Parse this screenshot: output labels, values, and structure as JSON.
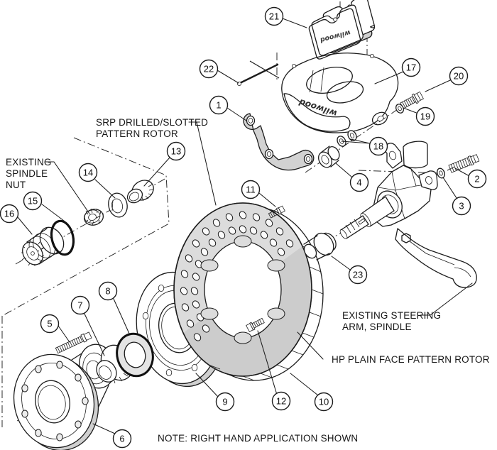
{
  "note": "NOTE: RIGHT HAND APPLICATION SHOWN",
  "brand": {
    "caliper": "wilwood",
    "pad": "wilwood"
  },
  "labels": {
    "srp": {
      "l1": "SRP DRILLED/SLOTTED",
      "l2": "PATTERN ROTOR"
    },
    "nut": {
      "l1": "EXISTING",
      "l2": "SPINDLE",
      "l3": "NUT"
    },
    "arm": {
      "l1": "EXISTING STEERING",
      "l2": "ARM, SPINDLE"
    },
    "hp": {
      "l1": "HP PLAIN FACE PATTERN ROTOR"
    }
  },
  "callouts": {
    "c1": "1",
    "c2": "2",
    "c3": "3",
    "c4": "4",
    "c5": "5",
    "c6": "6",
    "c7": "7",
    "c8": "8",
    "c9": "9",
    "c10": "10",
    "c11": "11",
    "c12": "12",
    "c13": "13",
    "c14": "14",
    "c15": "15",
    "c16": "16",
    "c17": "17",
    "c18": "18",
    "c19": "19",
    "c20": "20",
    "c21": "21",
    "c22": "22",
    "c23": "23"
  }
}
